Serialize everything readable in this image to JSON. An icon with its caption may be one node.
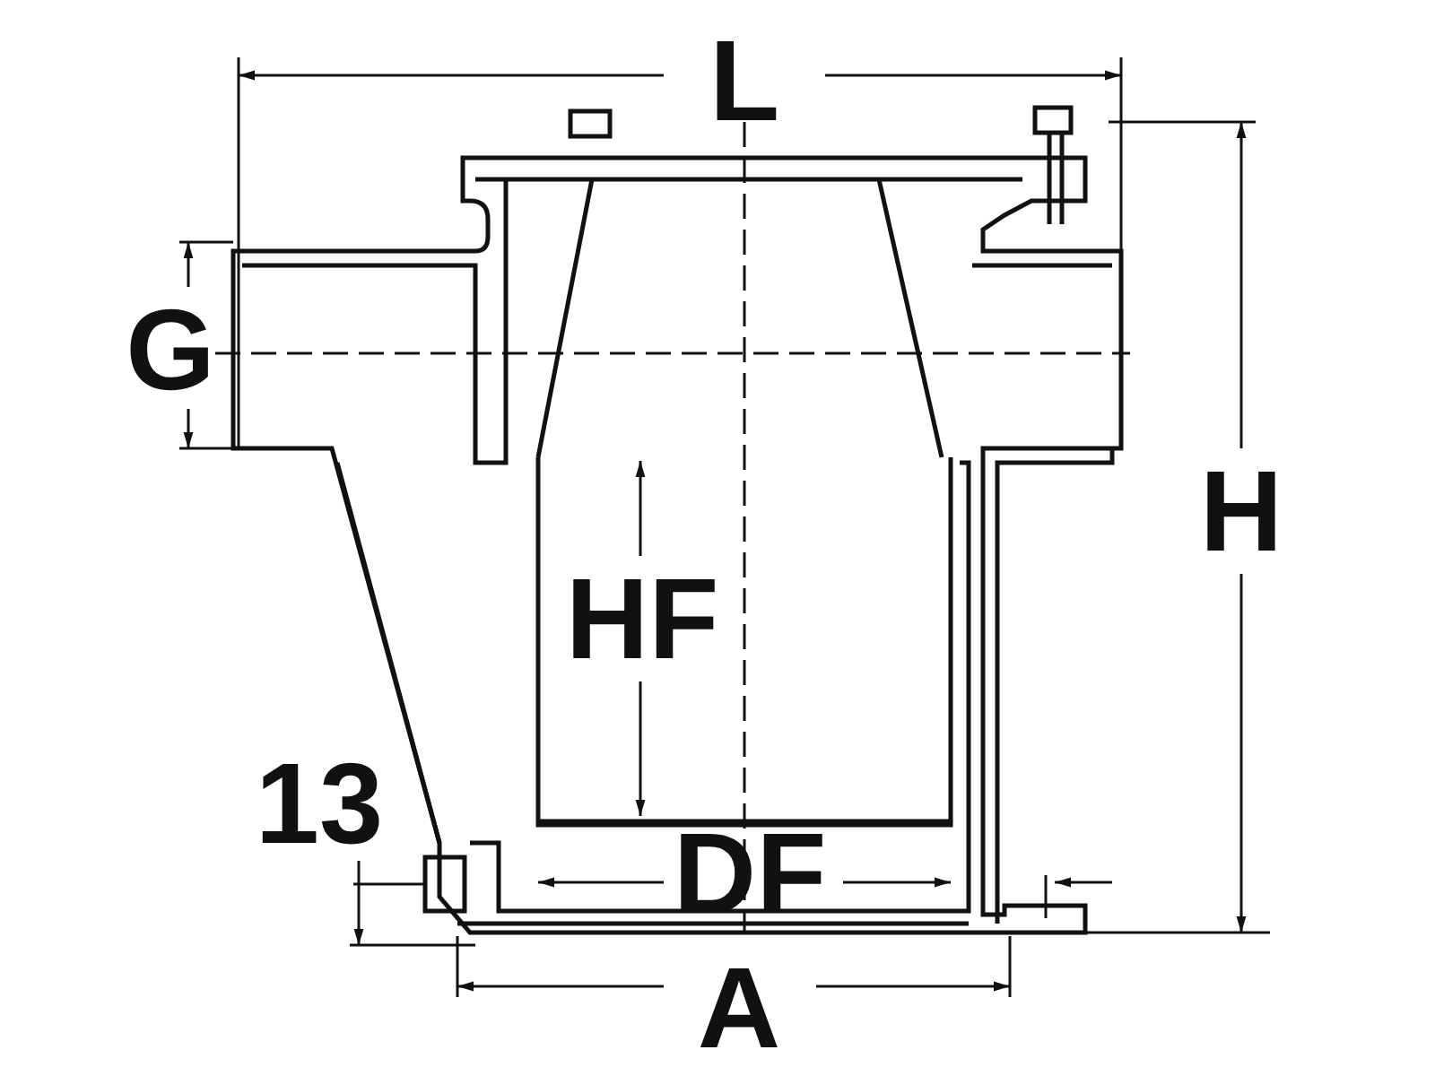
{
  "diagram": {
    "labels": [
      "L",
      "G",
      "H",
      "HF",
      "13",
      "DF",
      "A"
    ]
  }
}
